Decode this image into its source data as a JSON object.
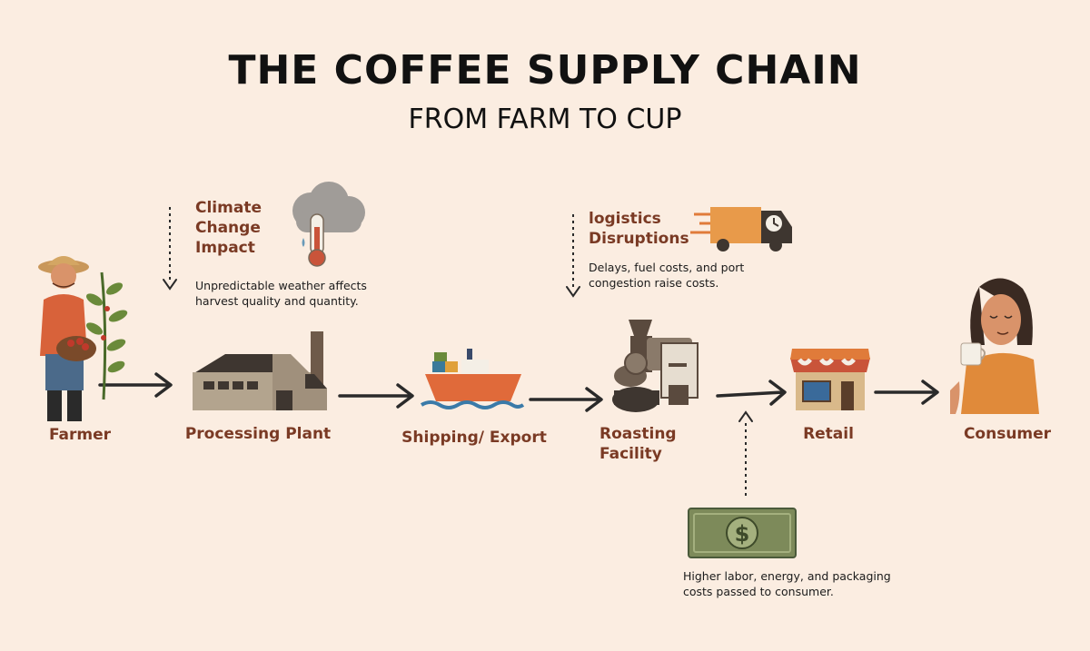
{
  "title": "THE COFFEE SUPPLY CHAIN",
  "subtitle": "FROM FARM TO CUP",
  "stages": [
    {
      "label": "Farmer",
      "icon": "farmer-icon"
    },
    {
      "label": "Processing Plant",
      "icon": "factory-icon"
    },
    {
      "label": "Shipping/ Export",
      "icon": "ship-icon"
    },
    {
      "label": "Roasting\nFacility",
      "icon": "roaster-icon"
    },
    {
      "label": "Retail",
      "icon": "store-icon"
    },
    {
      "label": "Consumer",
      "icon": "consumer-icon"
    }
  ],
  "callouts": {
    "climate": {
      "title": "Climate\nChange\nImpact",
      "text": "Unpredictable weather affects\nharvest quality and quantity.",
      "icon": "thermometer-cloud-icon"
    },
    "logistics": {
      "title": "logistics\nDisruptions",
      "text": "Delays, fuel costs, and port\ncongestion raise costs.",
      "icon": "delivery-truck-icon"
    },
    "costs": {
      "text": "Higher labor, energy, and packaging\ncosts passed to consumer.",
      "icon": "dollar-bill-icon"
    }
  },
  "colors": {
    "background": "#fbede1",
    "label": "#7a3a24",
    "accent_orange": "#e07b3a",
    "money_green": "#7d8a5a"
  }
}
